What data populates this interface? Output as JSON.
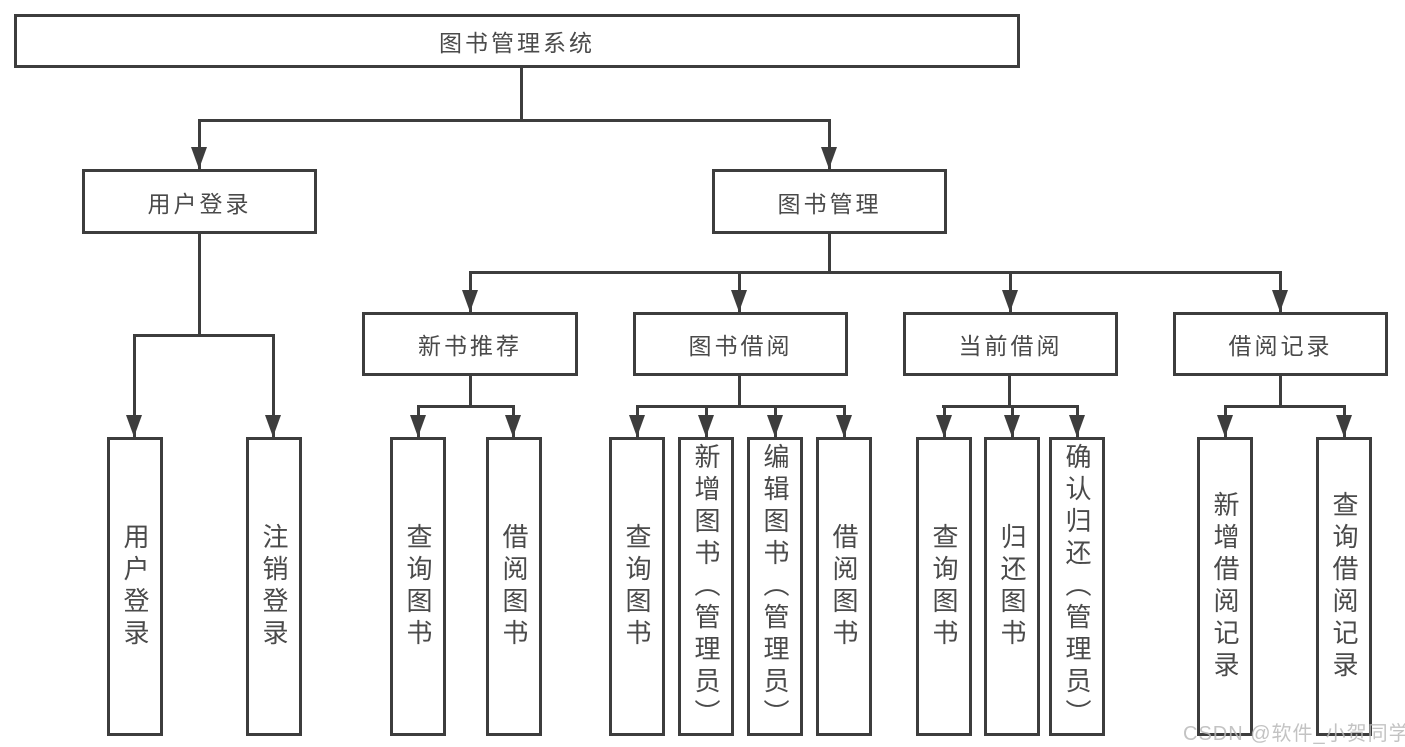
{
  "tree": {
    "label": "图书管理系统",
    "children": [
      {
        "label": "用户登录",
        "children": [
          {
            "label": "用户登录"
          },
          {
            "label": "注销登录"
          }
        ]
      },
      {
        "label": "图书管理",
        "children": [
          {
            "label": "新书推荐",
            "children": [
              {
                "label": "查询图书"
              },
              {
                "label": "借阅图书"
              }
            ]
          },
          {
            "label": "图书借阅",
            "children": [
              {
                "label": "查询图书"
              },
              {
                "label": "新增图书（管理员）"
              },
              {
                "label": "编辑图书（管理员）"
              },
              {
                "label": "借阅图书"
              }
            ]
          },
          {
            "label": "当前借阅",
            "children": [
              {
                "label": "查询图书"
              },
              {
                "label": "归还图书"
              },
              {
                "label": "确认归还（管理员）"
              }
            ]
          },
          {
            "label": "借阅记录",
            "children": [
              {
                "label": "新增借阅记录"
              },
              {
                "label": "查询借阅记录"
              }
            ]
          }
        ]
      }
    ]
  },
  "watermark": {
    "text": "CSDN @软件_小贺同学"
  },
  "colors": {
    "line": "#3d3d3d",
    "text": "#4a4a4a",
    "box_fill": "#ffffff",
    "background": "#ffffff",
    "watermark": "#b9b9b9"
  }
}
